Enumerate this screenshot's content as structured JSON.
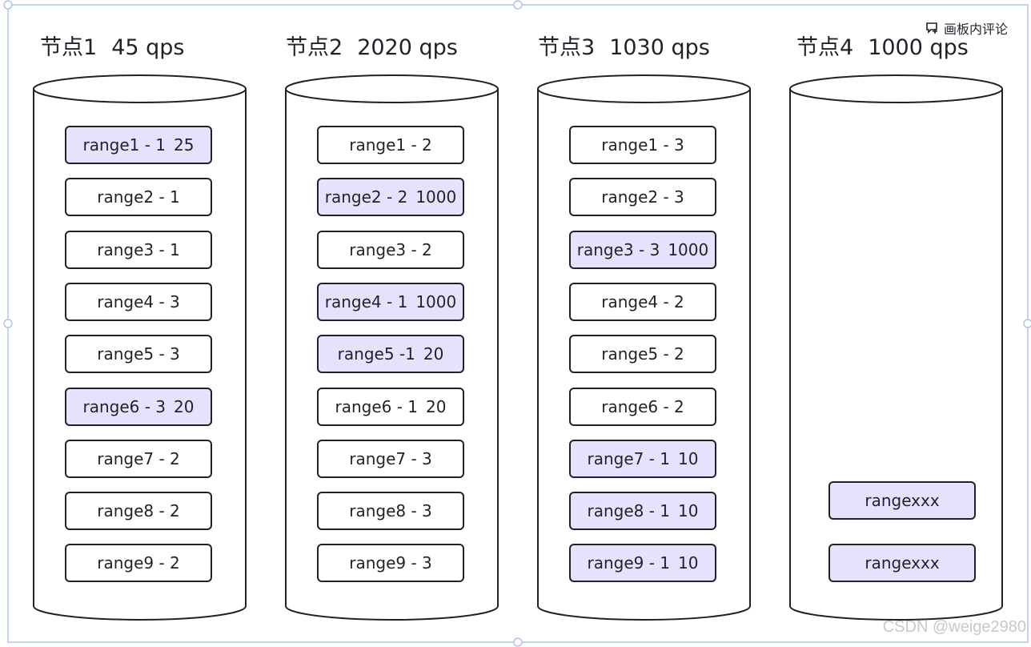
{
  "toolbar": {
    "label": "画板内评论",
    "icon": "comment-icon"
  },
  "watermark": "CSDN @weige2980",
  "colors": {
    "highlight": "#e6e1fd",
    "stroke": "#1f2329",
    "selection": "#9db8f2",
    "watermark": "#c8c8c8"
  },
  "nodes": [
    {
      "name": "节点1",
      "qps": "45 qps",
      "ranges": [
        {
          "label": "range1 - 1",
          "value": "25",
          "highlight": true
        },
        {
          "label": "range2 - 1",
          "value": "",
          "highlight": false
        },
        {
          "label": "range3 - 1",
          "value": "",
          "highlight": false
        },
        {
          "label": "range4 - 3",
          "value": "",
          "highlight": false
        },
        {
          "label": "range5 - 3",
          "value": "",
          "highlight": false
        },
        {
          "label": "range6 - 3",
          "value": "20",
          "highlight": true
        },
        {
          "label": "range7 - 2",
          "value": "",
          "highlight": false
        },
        {
          "label": "range8 - 2",
          "value": "",
          "highlight": false
        },
        {
          "label": "range9 - 2",
          "value": "",
          "highlight": false
        }
      ]
    },
    {
      "name": "节点2",
      "qps": "2020 qps",
      "ranges": [
        {
          "label": "range1 - 2",
          "value": "",
          "highlight": false
        },
        {
          "label": "range2 - 2",
          "value": "1000",
          "highlight": true
        },
        {
          "label": "range3 - 2",
          "value": "",
          "highlight": false
        },
        {
          "label": "range4 - 1",
          "value": "1000",
          "highlight": true
        },
        {
          "label": "range5 -1",
          "value": "20",
          "highlight": true
        },
        {
          "label": "range6 - 1",
          "value": "20",
          "highlight": false
        },
        {
          "label": "range7 - 3",
          "value": "",
          "highlight": false
        },
        {
          "label": "range8 - 3",
          "value": "",
          "highlight": false
        },
        {
          "label": "range9 - 3",
          "value": "",
          "highlight": false
        }
      ]
    },
    {
      "name": "节点3",
      "qps": "1030 qps",
      "ranges": [
        {
          "label": "range1 - 3",
          "value": "",
          "highlight": false
        },
        {
          "label": "range2 - 3",
          "value": "",
          "highlight": false
        },
        {
          "label": "range3 - 3",
          "value": "1000",
          "highlight": true
        },
        {
          "label": "range4 - 2",
          "value": "",
          "highlight": false
        },
        {
          "label": "range5 - 2",
          "value": "",
          "highlight": false
        },
        {
          "label": "range6 - 2",
          "value": "",
          "highlight": false
        },
        {
          "label": "range7 - 1",
          "value": "10",
          "highlight": true
        },
        {
          "label": "range8 - 1",
          "value": "10",
          "highlight": true
        },
        {
          "label": "range9 - 1",
          "value": "10",
          "highlight": true
        }
      ]
    },
    {
      "name": "节点4",
      "qps": "1000 qps",
      "ranges": [
        {
          "label": "rangexxx",
          "value": "",
          "highlight": true
        },
        {
          "label": "rangexxx",
          "value": "",
          "highlight": true
        }
      ]
    }
  ]
}
